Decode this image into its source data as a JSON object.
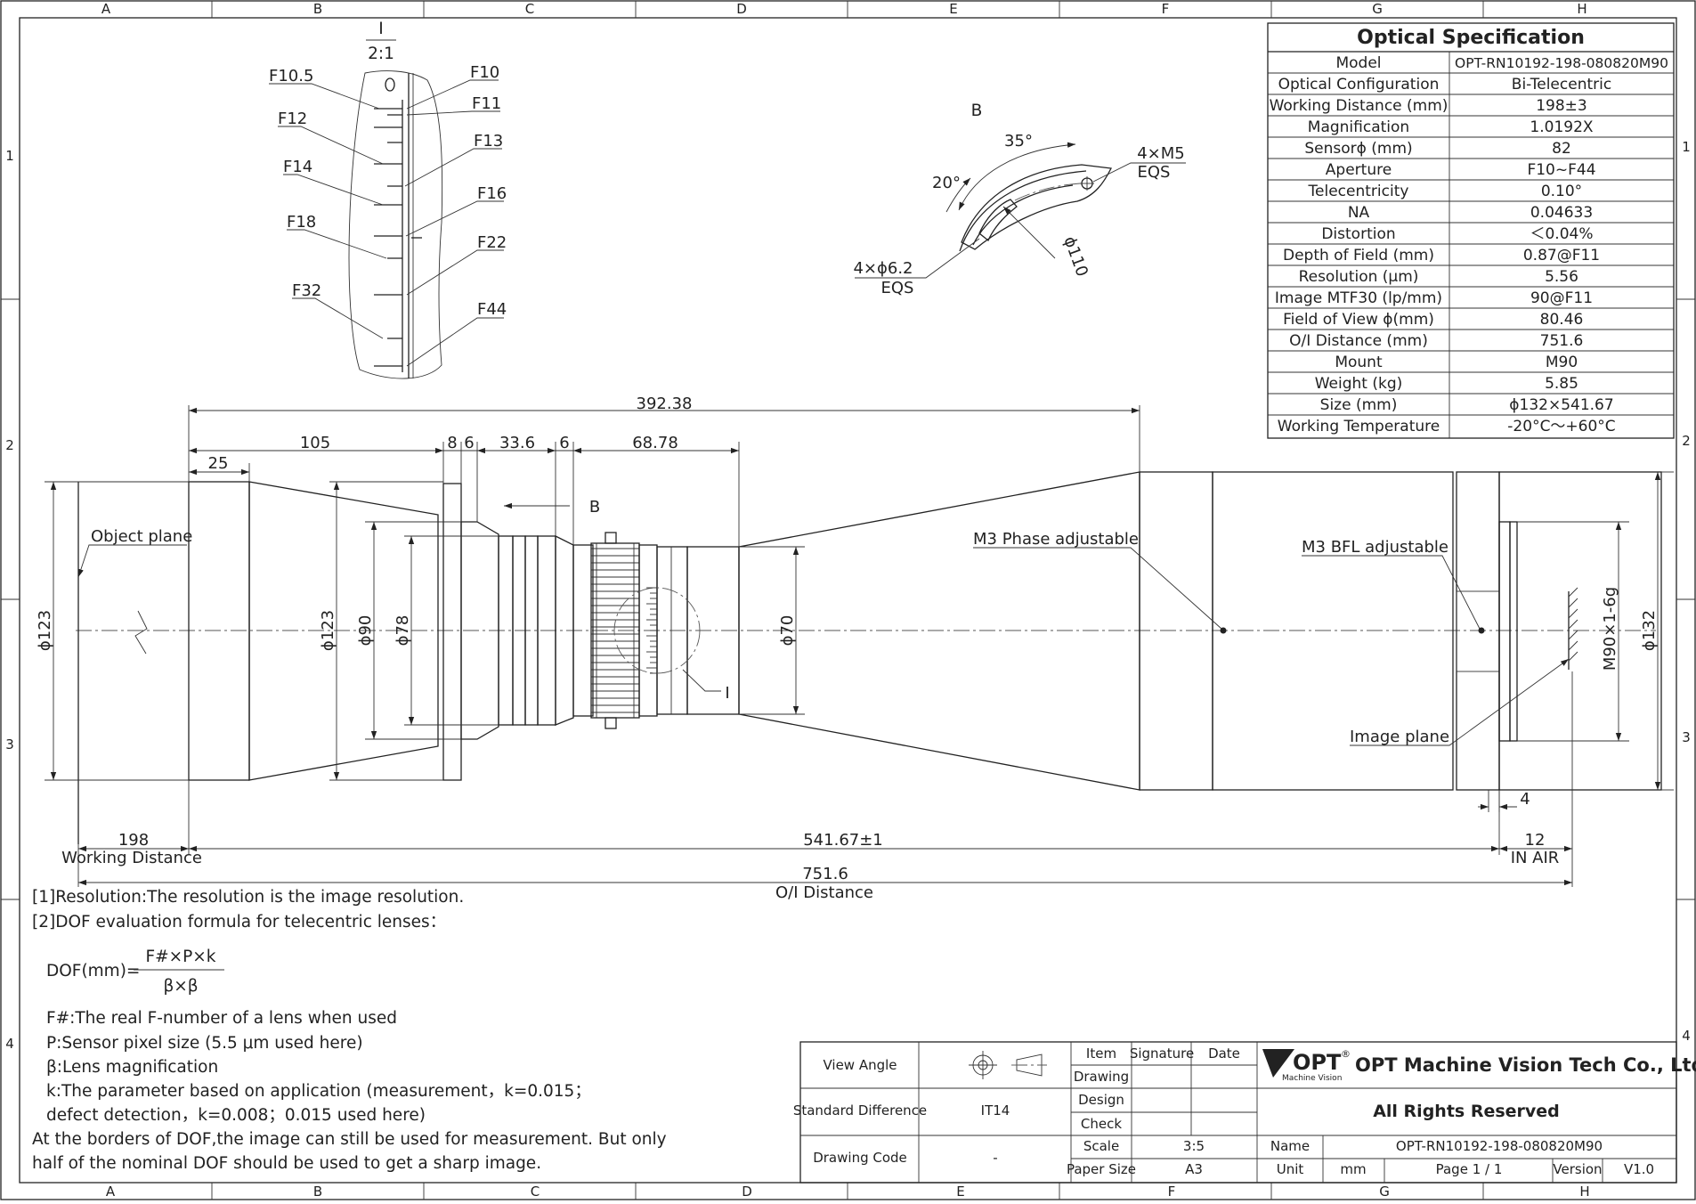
{
  "border": {
    "columns": [
      "A",
      "B",
      "C",
      "D",
      "E",
      "F",
      "G",
      "H"
    ],
    "rows": [
      "1",
      "2",
      "3",
      "4"
    ]
  },
  "detail_i": {
    "label": "I",
    "scale": "2:1",
    "index_mark": "0",
    "stops_left": [
      "F10.5",
      "F12",
      "F14",
      "F18",
      "F32"
    ],
    "stops_right": [
      "F10",
      "F11",
      "F13",
      "F16",
      "F22",
      "F44"
    ]
  },
  "detail_b": {
    "label": "B",
    "angle_35": "35°",
    "angle_20": "20°",
    "screw": "4×M5",
    "screw_eqs": "EQS",
    "hole": "4×ϕ6.2",
    "hole_eqs": "EQS",
    "radius": "ϕ110"
  },
  "spec": {
    "title": "Optical Specification",
    "rows": [
      [
        "Model",
        "OPT-RN10192-198-080820M90"
      ],
      [
        "Optical Configuration",
        "Bi-Telecentric"
      ],
      [
        "Working Distance (mm)",
        "198±3"
      ],
      [
        "Magnification",
        "1.0192X"
      ],
      [
        "Sensorϕ (mm)",
        "82"
      ],
      [
        "Aperture",
        "F10~F44"
      ],
      [
        "Telecentricity",
        "0.10°"
      ],
      [
        "NA",
        "0.04633"
      ],
      [
        "Distortion",
        "＜0.04%"
      ],
      [
        "Depth of Field (mm)",
        "0.87@F11"
      ],
      [
        "Resolution (μm)",
        "5.56"
      ],
      [
        "Image MTF30 (lp/mm)",
        "90@F11"
      ],
      [
        "Field of View ϕ(mm)",
        "80.46"
      ],
      [
        "O/I Distance (mm)",
        "751.6"
      ],
      [
        "Mount",
        "M90"
      ],
      [
        "Weight (kg)",
        "5.85"
      ],
      [
        "Size (mm)",
        "ϕ132×541.67"
      ],
      [
        "Working Temperature",
        "-20°C～+60°C"
      ]
    ]
  },
  "dims": {
    "overall": "392.38",
    "d105": "105",
    "d25": "25",
    "d8": "8",
    "d6a": "6",
    "d336": "33.6",
    "d6b": "6",
    "d6878": "68.78",
    "phi123a": "ϕ123",
    "phi123b": "ϕ123",
    "phi90": "ϕ90",
    "phi78": "ϕ78",
    "phi70": "ϕ70",
    "phi132": "ϕ132",
    "m90": "M90×1-6g",
    "d4": "4",
    "d198": "198",
    "working_distance": "Working Distance",
    "d541": "541.67±1",
    "d12": "12",
    "in_air": "IN AIR",
    "d7516": "751.6",
    "oi_distance": "O/I Distance",
    "b_arrow": "B",
    "i_callout": "I"
  },
  "callouts": {
    "object_plane": "Object plane",
    "m3_phase": "M3 Phase adjustable",
    "m3_bfl": "M3 BFL adjustable",
    "image_plane": "Image plane"
  },
  "notes": {
    "n1": "[1]Resolution:The resolution is  the image resolution.",
    "n2": "[2]DOF evaluation formula for telecentric lenses：",
    "formula_lhs": "DOF(mm)=",
    "formula_num": "F#×P×k",
    "formula_den": "β×β",
    "f": "F#:The real F-number of a lens when used",
    "p": "P:Sensor pixel size (5.5 μm used here)",
    "b": "β:Lens magnification",
    "k1": "k:The parameter based on application (measurement，k=0.015；",
    "k2": "defect detection，k=0.008；0.015 used here)",
    "last1": "At the borders of DOF,the image can still be used for measurement. But only",
    "last2": "half of the nominal DOF should be used to get a sharp image."
  },
  "title_block": {
    "view_angle": "View Angle",
    "standard_difference": "Standard Difference",
    "tolerance": "IT14",
    "drawing_code": "Drawing Code",
    "drawing_code_value": "-",
    "item": "Item",
    "signature": "Signature",
    "date": "Date",
    "drawing": "Drawing",
    "design": "Design",
    "check": "Check",
    "scale": "Scale",
    "scale_value": "3:5",
    "paper_size": "Paper Size",
    "paper_value": "A3",
    "logo": "OPT",
    "logo_reg": "®",
    "logo_sub": "Machine Vision",
    "company": "OPT Machine Vision Tech Co., Ltd.",
    "rights": "All Rights Reserved",
    "name": "Name",
    "name_value": "OPT-RN10192-198-080820M90",
    "unit": "Unit",
    "unit_value": "mm",
    "page": "Page  1 / 1",
    "version": "Version",
    "version_value": "V1.0"
  }
}
